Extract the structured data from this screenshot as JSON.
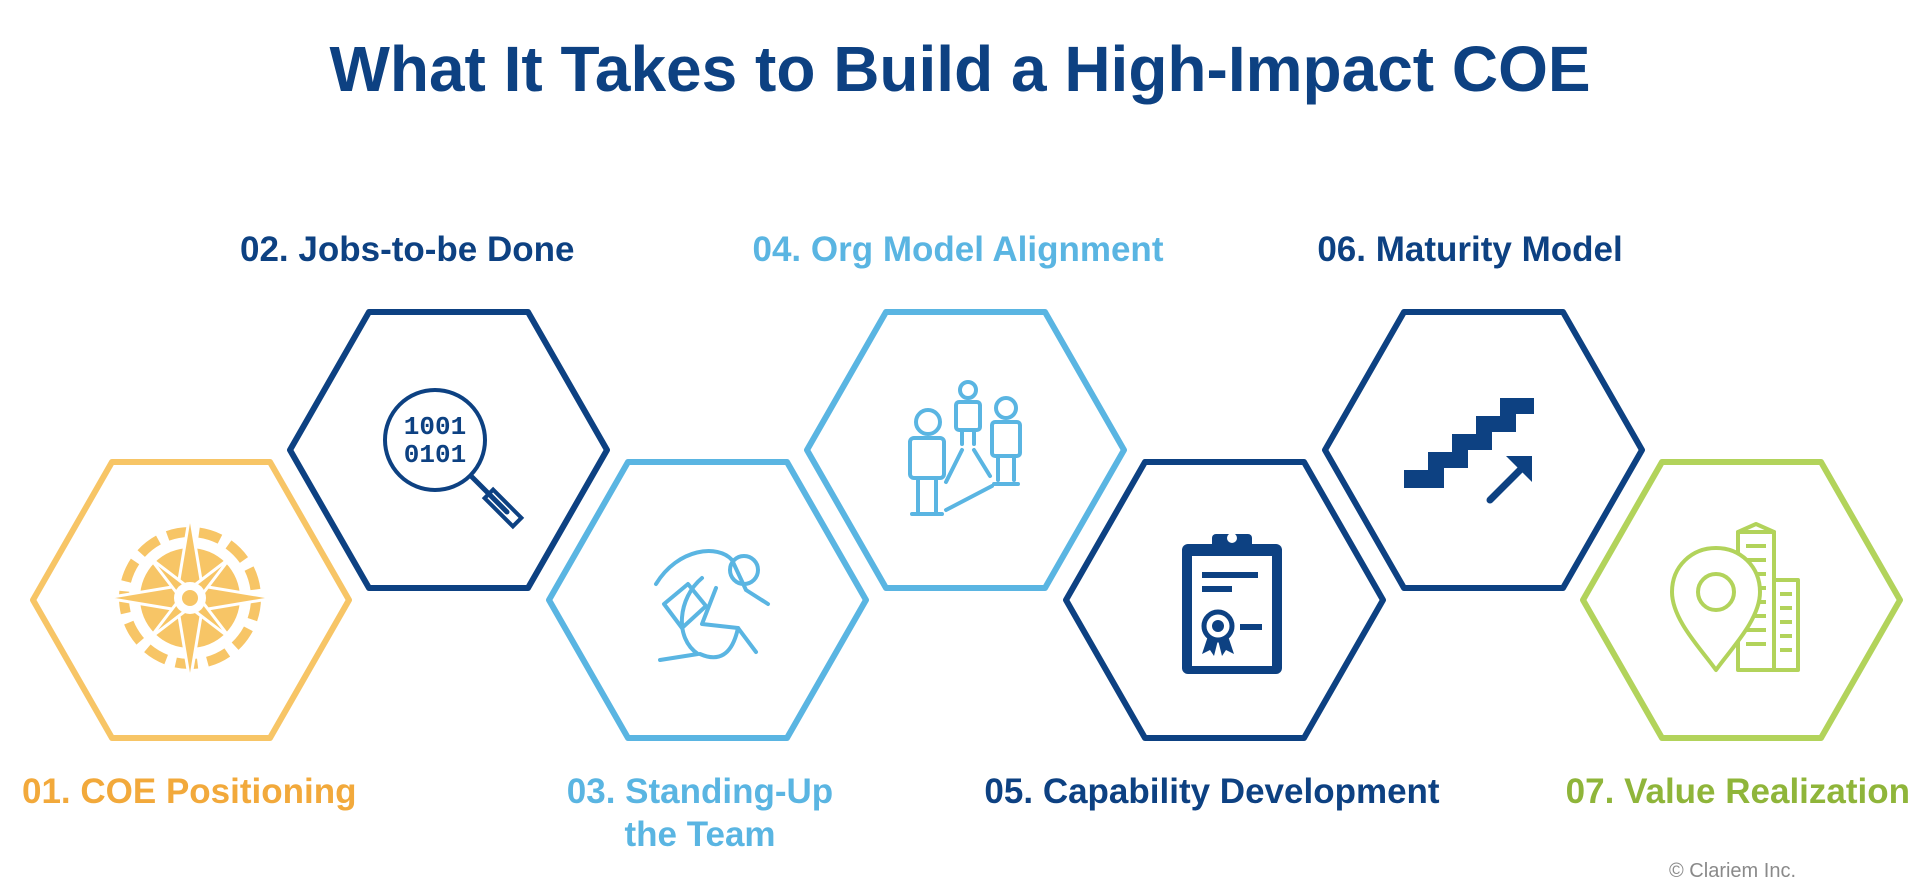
{
  "title": "What It Takes to Build a High-Impact COE",
  "copyright": "© Clariem Inc.",
  "colors": {
    "navy": "#0d4182",
    "sky": "#5ab5e2",
    "gold": "#f7c566",
    "gold_text": "#f2a93b",
    "green": "#b2d35b",
    "green_text": "#8fb53a"
  },
  "steps": [
    {
      "number": "01.",
      "label": "COE Positioning",
      "icon": "compass-icon"
    },
    {
      "number": "02.",
      "label": "Jobs-to-be Done",
      "icon": "binary-search-icon"
    },
    {
      "number": "03.",
      "label": "Standing-Up",
      "label_line2": "the Team",
      "icon": "running-person-icon"
    },
    {
      "number": "04.",
      "label": "Org Model Alignment",
      "icon": "org-people-icon"
    },
    {
      "number": "05.",
      "label": "Capability Development",
      "icon": "certificate-clipboard-icon"
    },
    {
      "number": "06.",
      "label": "Maturity Model",
      "icon": "staircase-growth-icon"
    },
    {
      "number": "07.",
      "label": "Value Realization",
      "icon": "location-buildings-icon"
    }
  ]
}
